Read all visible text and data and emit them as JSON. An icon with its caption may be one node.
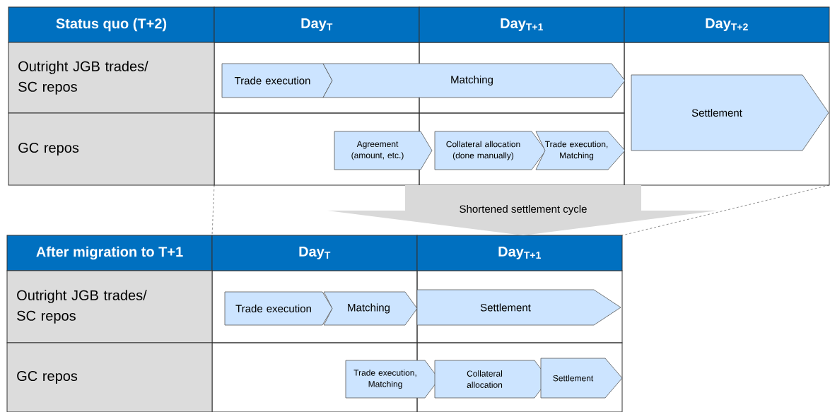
{
  "diagram": {
    "nodes": [
      {
        "text": [
          "Trade execution"
        ]
      },
      {
        "text": [
          "Matching"
        ]
      },
      {
        "text": [
          "Settlement"
        ]
      },
      {
        "text": [
          "Agreement (amount, etc.)"
        ]
      },
      {
        "text": [
          "Collateral allocation (done manually)"
        ]
      },
      {
        "text": [
          "Trade execution, Matching"
        ]
      },
      {
        "text": [
          "Shortened settlement cycle"
        ]
      },
      {
        "text": [
          "Trade execution"
        ]
      },
      {
        "text": [
          "Matching"
        ]
      },
      {
        "text": [
          "Settlement"
        ]
      },
      {
        "text": [
          "Trade execution, Matching"
        ]
      },
      {
        "text": [
          "Collateral allocation"
        ]
      },
      {
        "text": [
          "Settlement"
        ]
      }
    ],
    "labels": [
      "Status quo (T+2)",
      "Day$_{T}$",
      "Day$_{T+1}$",
      "Day$_{T+2}$",
      "Outright JGB trades/ SC repos",
      "GC repos",
      "After migration to T+1",
      "Day$_{T}$",
      "Day$_{T+1}$",
      "Outright JGB trades/ SC repos",
      "GC repos"
    ]
  }
}
